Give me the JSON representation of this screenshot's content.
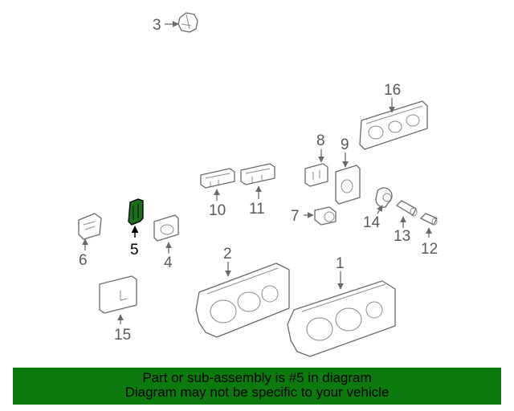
{
  "callouts": {
    "p1": "1",
    "p2": "2",
    "p3": "3",
    "p4": "4",
    "p5": "5",
    "p6": "6",
    "p7": "7",
    "p8": "8",
    "p9": "9",
    "p10": "10",
    "p11": "11",
    "p12": "12",
    "p13": "13",
    "p14": "14",
    "p15": "15",
    "p16": "16"
  },
  "highlight": {
    "part": "5",
    "color": "#1e6e1e"
  },
  "banner": {
    "line1": "Part or sub-assembly is #5 in diagram",
    "line2": "Diagram may not be specific to your vehicle",
    "color": "#0c7a0c"
  }
}
